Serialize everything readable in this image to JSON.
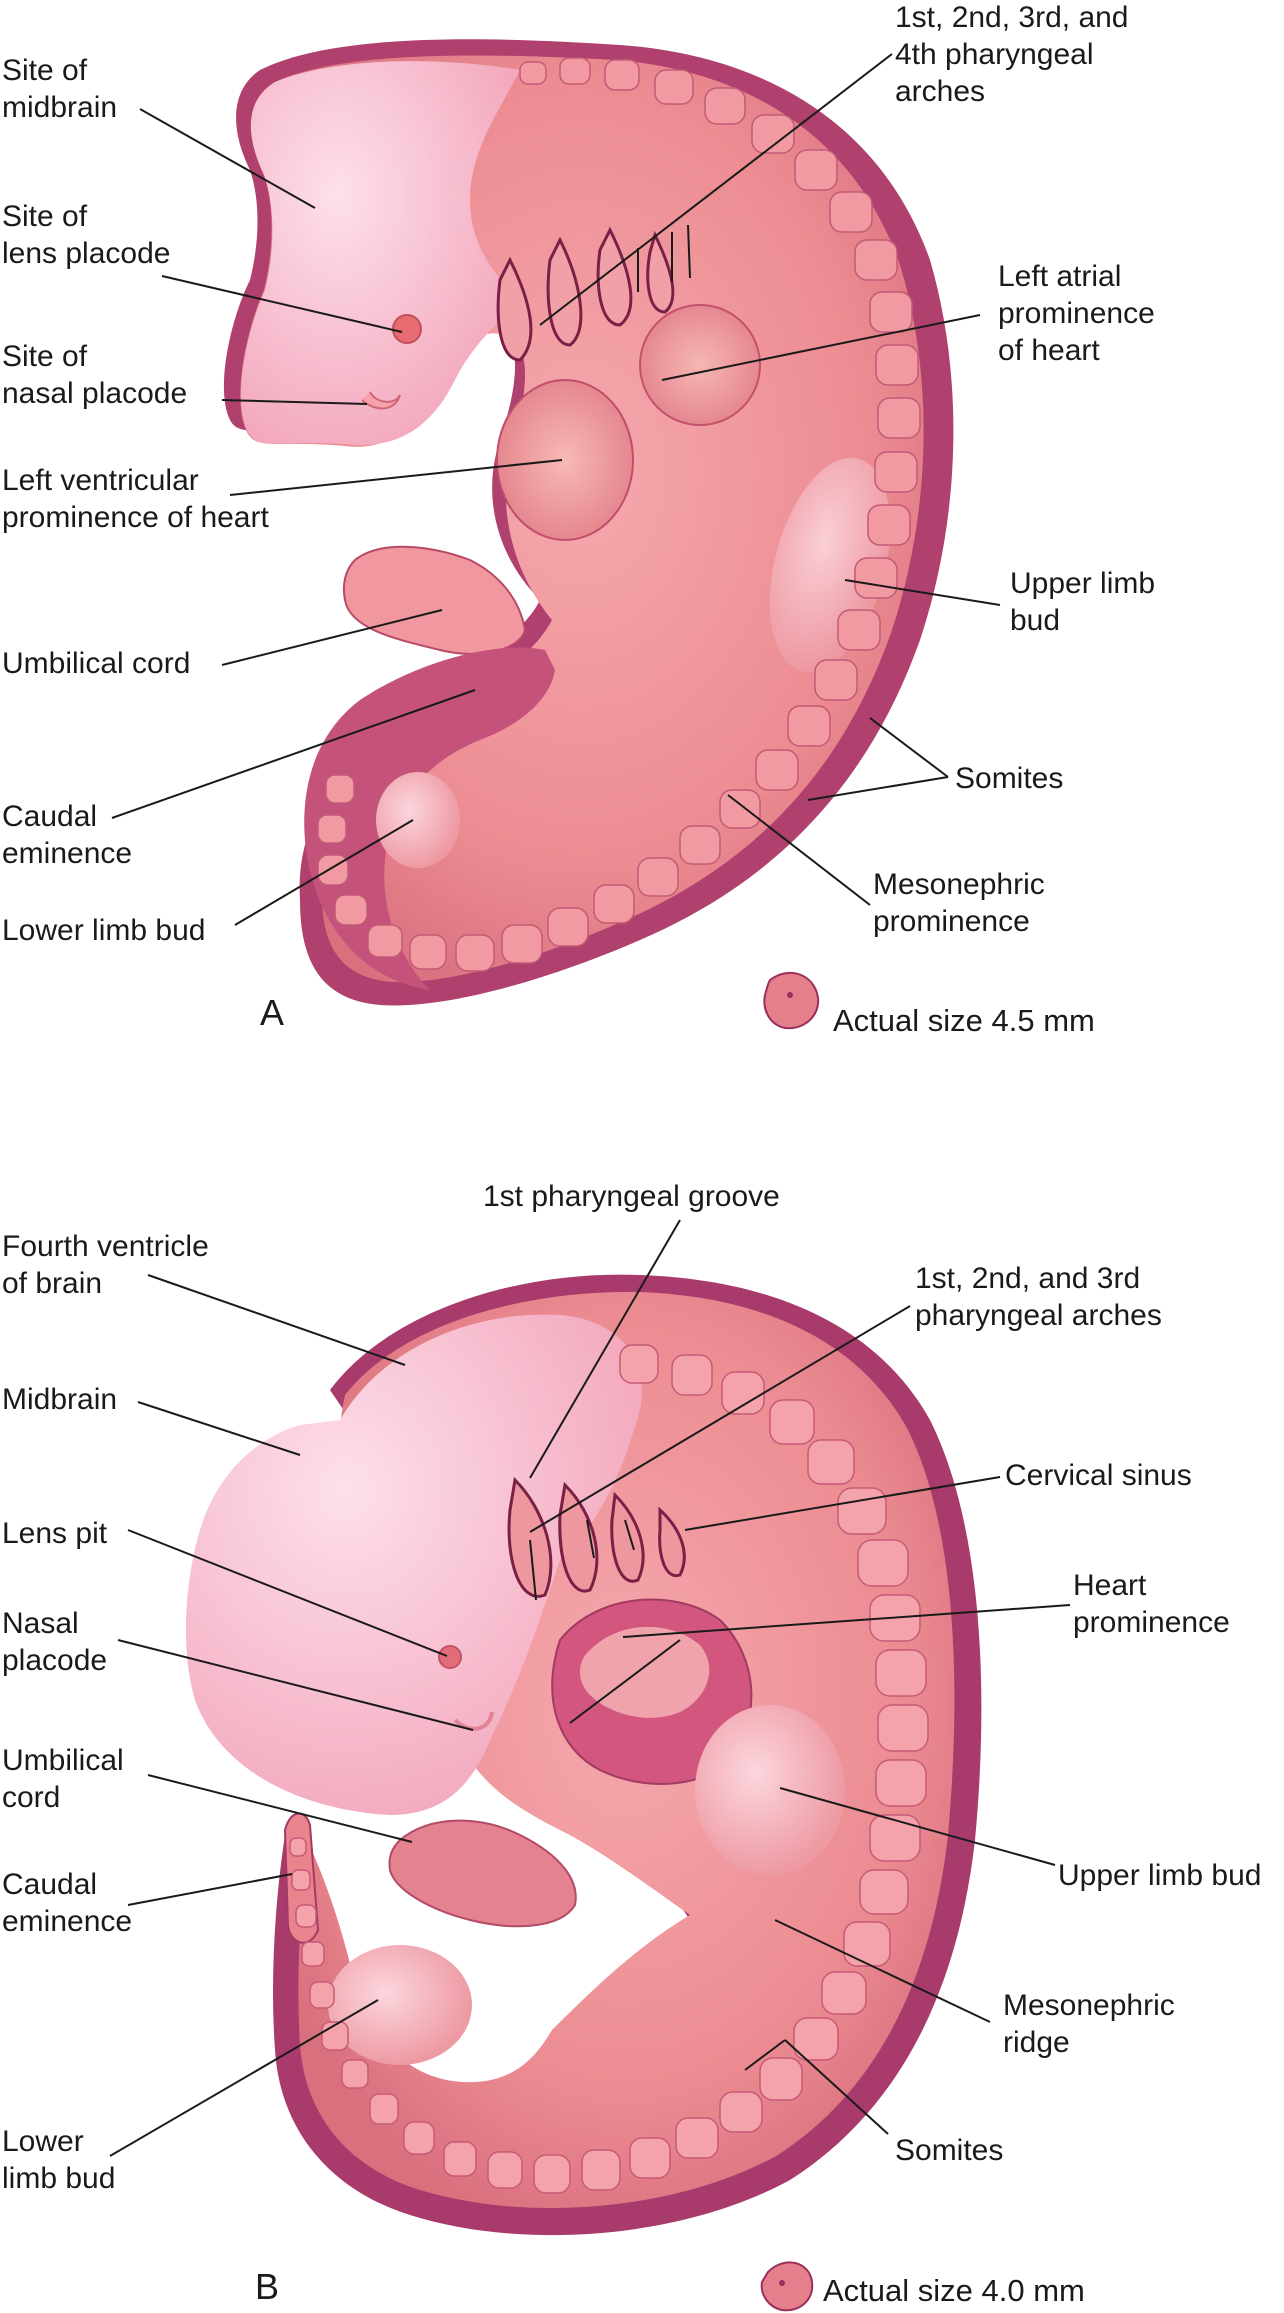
{
  "panel_a": {
    "letter": "A",
    "size_note": "Actual size 4.5 mm",
    "labels": {
      "site_midbrain": "Site of\nmidbrain",
      "site_lens_placode": "Site of\nlens placode",
      "site_nasal_placode": "Site of\nnasal placode",
      "left_ventricular_prominence": "Left ventricular\nprominence of heart",
      "umbilical_cord": "Umbilical cord",
      "caudal_eminence": "Caudal\neminence",
      "lower_limb_bud": "Lower limb bud",
      "pharyngeal_arches": "1st, 2nd, 3rd, and\n4th pharyngeal\narches",
      "left_atrial_prominence": "Left atrial\nprominence\nof heart",
      "upper_limb_bud": "Upper limb\nbud",
      "somites": "Somites",
      "mesonephric_prominence": "Mesonephric\nprominence"
    }
  },
  "panel_b": {
    "letter": "B",
    "size_note": "Actual size 4.0 mm",
    "labels": {
      "first_pharyngeal_groove": "1st pharyngeal groove",
      "fourth_ventricle": "Fourth ventricle\nof brain",
      "midbrain": "Midbrain",
      "lens_pit": "Lens pit",
      "nasal_placode": "Nasal\nplacode",
      "umbilical_cord": "Umbilical\ncord",
      "caudal_eminence": "Caudal\neminence",
      "lower_limb_bud": "Lower\nlimb bud",
      "pharyngeal_arches": "1st, 2nd, and 3rd\npharyngeal arches",
      "cervical_sinus": "Cervical sinus",
      "heart_prominence": "Heart\nprominence",
      "upper_limb_bud": "Upper limb bud",
      "mesonephric_ridge": "Mesonephric\nridge",
      "somites": "Somites"
    }
  },
  "colors": {
    "tissue": "#ec8c92",
    "tissue_light": "#f6b6bd",
    "tissue_dark": "#b33a6c",
    "head_pale": "#f7c2d2",
    "outline": "#8a2a55"
  }
}
